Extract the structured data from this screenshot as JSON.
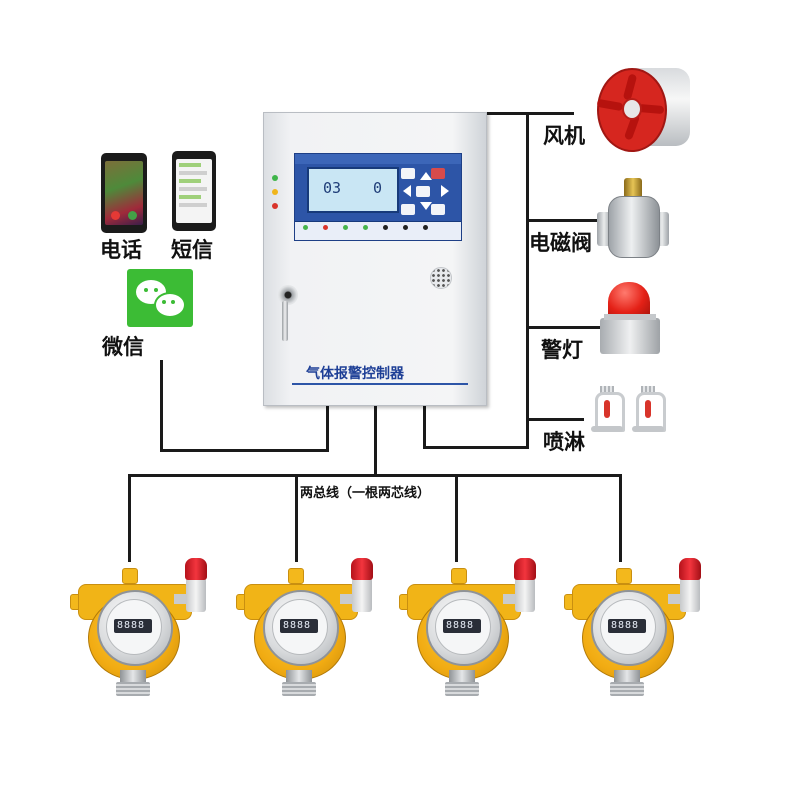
{
  "diagram": {
    "controller_title": "气体报警控制器",
    "controller_display": {
      "left": "03",
      "right": "0"
    },
    "bus_label": "两总线（一根两芯线）",
    "left_outputs": [
      {
        "label": "电话",
        "icon": "phone-call-icon"
      },
      {
        "label": "短信",
        "icon": "sms-phone-icon"
      },
      {
        "label": "微信",
        "icon": "wechat-icon"
      }
    ],
    "right_outputs": [
      {
        "label": "风机",
        "icon": "axial-fan-icon"
      },
      {
        "label": "电磁阀",
        "icon": "solenoid-valve-icon"
      },
      {
        "label": "警灯",
        "icon": "alarm-light-icon"
      },
      {
        "label": "喷淋",
        "icon": "sprinkler-icon"
      }
    ],
    "detectors": [
      {
        "display": "8888"
      },
      {
        "display": "8888"
      },
      {
        "display": "8888"
      },
      {
        "display": "8888"
      }
    ],
    "colors": {
      "wire": "#1a1a1a",
      "panel": "#2d55a7",
      "detector": "#f1b417",
      "wechat": "#3cbc35",
      "lamp": "#e42117"
    }
  }
}
